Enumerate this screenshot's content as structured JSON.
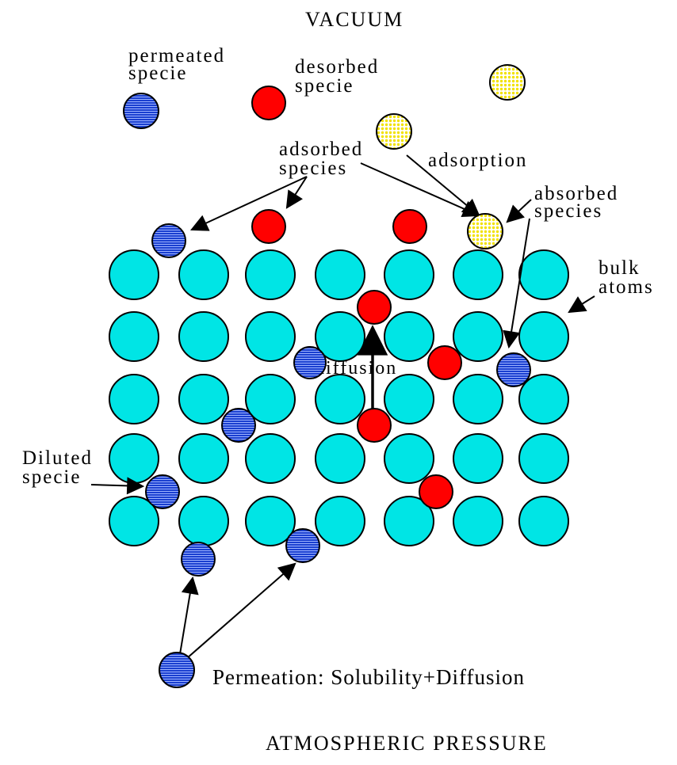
{
  "labels": {
    "top": "VACUUM",
    "bottom": "ATMOSPHERIC PRESSURE",
    "permeated_1": "permeated",
    "permeated_2": "specie",
    "desorbed_1": "desorbed",
    "desorbed_2": "specie",
    "adsorbed_1": "adsorbed",
    "adsorbed_2": "species",
    "adsorption": "adsorption",
    "absorbed_1": "absorbed",
    "absorbed_2": "species",
    "bulk_1": "bulk",
    "bulk_2": "atoms",
    "diffusion": "diffusion",
    "diluted_1": "Diluted",
    "diluted_2": "specie",
    "permeation": "Permeation: Solubility+Diffusion"
  },
  "colors": {
    "bulk_atom": "#00e5e5",
    "permeated": "#1a3fd0",
    "desorbed": "#ff0000",
    "adsorbed_yellow": "#ffff66",
    "outline": "#000000"
  },
  "icons": {
    "bulk_atom": "cyan-circle",
    "permeated": "blue-hatched-circle",
    "desorbed": "red-circle",
    "absorbed": "yellow-dotted-circle",
    "arrow": "arrow-head"
  }
}
